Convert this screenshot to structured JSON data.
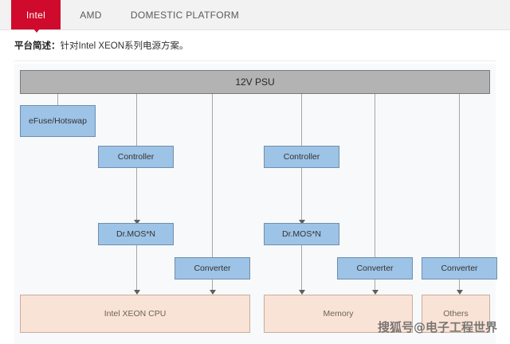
{
  "tabs": [
    {
      "id": "intel",
      "label": "Intel",
      "active": true
    },
    {
      "id": "amd",
      "label": "AMD",
      "active": false
    },
    {
      "id": "domestic",
      "label": "DOMESTIC PLATFORM",
      "active": false
    }
  ],
  "description": {
    "label": "平台简述：",
    "text": "针对Intel XEON系列电源方案。"
  },
  "diagram": {
    "psu": "12V PSU",
    "efuse": "eFuse/Hotswap",
    "controller_left": "Controller",
    "controller_right": "Controller",
    "drmos_left": "Dr.MOS*N",
    "drmos_right": "Dr.MOS*N",
    "converter_1": "Converter",
    "converter_2": "Converter",
    "converter_3": "Converter",
    "load_cpu": "Intel XEON CPU",
    "load_memory": "Memory",
    "load_others": "Others"
  },
  "watermark": "搜狐号@电子工程世界",
  "colors": {
    "tab_active_bg": "#cf0a2c",
    "tabbar_bg": "#f2f2f2",
    "canvas_bg": "#f8f9fb",
    "psu_fill": "#b3b3b3",
    "psu_border": "#7a7a7a",
    "node_blue_fill": "#9dc3e6",
    "node_blue_border": "#6f8fae",
    "node_peach_fill": "#f9e3d6",
    "node_peach_border": "#c9ad9c",
    "connector": "#a6a6a6",
    "arrowhead": "#5f5f5f"
  }
}
